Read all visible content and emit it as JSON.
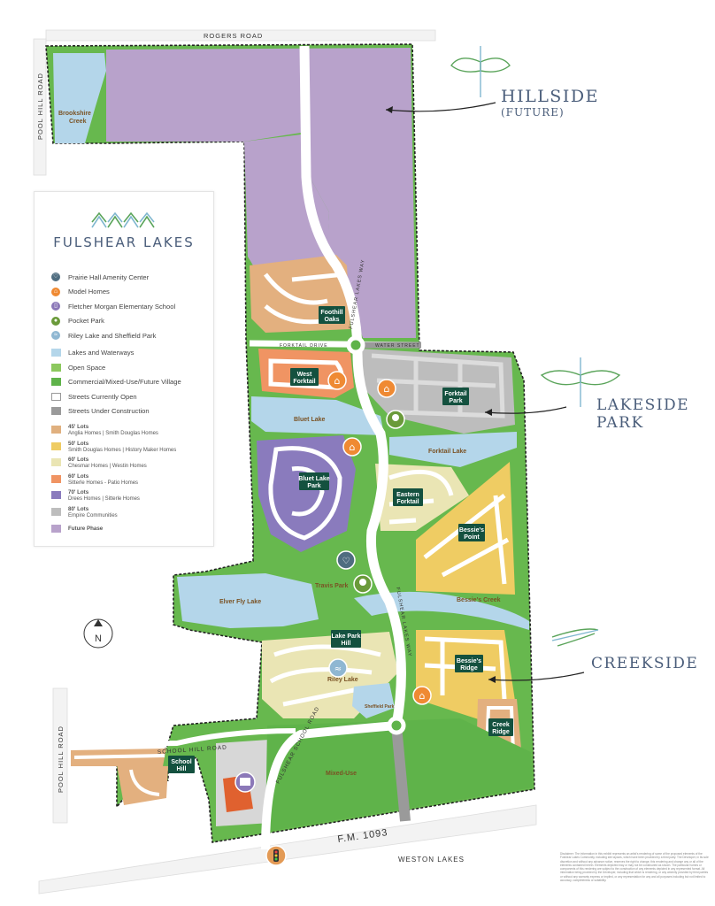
{
  "brand": {
    "name": "FULSHEAR LAKES"
  },
  "legend": {
    "amenities": [
      {
        "label": "Prairie Hall Amenity Center",
        "color": "#4f6d80",
        "icon": "heart-icon",
        "glyph": "♡"
      },
      {
        "label": "Model Homes",
        "color": "#ef8a33",
        "icon": "house-icon",
        "glyph": "⌂"
      },
      {
        "label": "Fletcher Morgan Elementary School",
        "color": "#8b78b8",
        "icon": "book-icon",
        "glyph": "▯"
      },
      {
        "label": "Pocket Park",
        "color": "#6a9a3a",
        "icon": "tree-icon",
        "glyph": "●"
      },
      {
        "label": "Riley Lake and Sheffield Park",
        "color": "#8fb7d2",
        "icon": "water-icon",
        "glyph": "≈"
      }
    ],
    "areas": [
      {
        "label": "Lakes and Waterways",
        "color": "#b4d6ea"
      },
      {
        "label": "Open Space",
        "color": "#8cc85e"
      },
      {
        "label": "Commercial/Mixed-Use/Future Village",
        "color": "#5fb34a"
      },
      {
        "label": "Streets Currently Open",
        "color": "#ffffff"
      },
      {
        "label": "Streets Under Construction",
        "color": "#9a9a9a"
      }
    ],
    "lots": [
      {
        "size": "45' Lots",
        "builders": "Anglia Homes | Smith Douglas Homes",
        "color": "#e0b07f"
      },
      {
        "size": "50' Lots",
        "builders": "Smith Douglas Homes | History Maker Homes",
        "color": "#efcc63"
      },
      {
        "size": "60' Lots",
        "builders": "Chesmar Homes | Westin Homes",
        "color": "#eae5b4"
      },
      {
        "size": "60' Lots",
        "builders": "Sitterle Homes - Patio Homes",
        "color": "#f09463"
      },
      {
        "size": "70' Lots",
        "builders": "Drees Homes | Sitterle Homes",
        "color": "#8a7bbd"
      },
      {
        "size": "80' Lots",
        "builders": "Empire Communities",
        "color": "#bdbdbd"
      }
    ],
    "future": {
      "label": "Future Phase",
      "color": "#b8a2cb"
    }
  },
  "villages": {
    "hillside": {
      "name": "HILLSIDE",
      "sub": "(FUTURE)"
    },
    "lakeside": {
      "name": "LAKESIDE",
      "name2": "PARK"
    },
    "creekside": {
      "name": "CREEKSIDE"
    }
  },
  "roads": {
    "rogers": "ROGERS ROAD",
    "pool_hill_top": "POOL HILL ROAD",
    "pool_hill_bottom": "POOL HILL ROAD",
    "school_hill": "SCHOOL HILL ROAD",
    "fulshear_school": "FULSHEAR SCHOOL ROAD",
    "fm1093": "F.M. 1093",
    "weston_lakes": "WESTON LAKES",
    "parkway_north": "FULSHEAR LAKES WAY",
    "parkway_south": "FULSHEAR LAKES WAY",
    "cross_street": "FORKTAIL DRIVE",
    "water_st": "WATER STREET"
  },
  "neighborhoods": {
    "foothill_oaks": [
      "Foothill",
      "Oaks"
    ],
    "west_forktail": [
      "West",
      "Forktail"
    ],
    "forktail_park": [
      "Forktail",
      "Park"
    ],
    "bluet_lake_park": [
      "Bluet Lake",
      "Park"
    ],
    "eastern_forktail": [
      "Eastern",
      "Forktail"
    ],
    "bessies_point": [
      "Bessie's",
      "Point"
    ],
    "lake_park_hill": [
      "Lake Park",
      "Hill"
    ],
    "bessies_ridge": [
      "Bessie's",
      "Ridge"
    ],
    "creek_ridge": [
      "Creek",
      "Ridge"
    ],
    "school_hill": [
      "School",
      "Hill"
    ]
  },
  "features": {
    "brookshire_creek": [
      "Brookshire",
      "Creek"
    ],
    "bluet_lake": "Bluet Lake",
    "forktail_lake": "Forktail Lake",
    "elver_fly_lake": "Elver Fly Lake",
    "travis_park": "Travis Park",
    "bessies_creek": "Bessie's Creek",
    "riley_lake": "Riley Lake",
    "sheffield_park": "Sheffield Park",
    "mixed_use": "Mixed-Use"
  },
  "compass": {
    "letter": "N"
  },
  "disclaimer": "Disclaimer: The information in this exhibit represents an artist's rendering of some of the proposed elements of the Fulshear Lakes Community, including site layouts, which have been provided by a third party. The Developer, in its sole discretion and without any advance notice, reserves the right to change, this rendering and change any or all of the elements contained herein. Elements depicted may or may not be constructed as shown. The particular homes or components of this rendering are subject to the construction of any elements depicted in any represented format. All information being provided by the Developer, including that which is rendering, or any amenity provided by third parties or without any warranty express or implied, or any representation for any and all purposes including but not limited to accuracy, completeness or suitability."
}
